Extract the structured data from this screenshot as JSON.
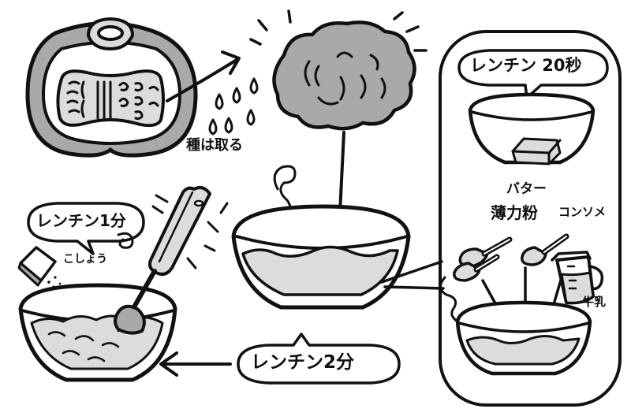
{
  "labels": {
    "remove_seeds": "種は取る",
    "microwave_20s": "レンチン 20秒",
    "butter": "バター",
    "flour": "薄力粉",
    "consomme": "コンソメ",
    "milk": "牛乳",
    "microwave_1min": "レンチン1分",
    "pepper": "こしょう",
    "microwave_2min": "レンチン2分"
  },
  "colors": {
    "ink": "#111111",
    "light_gray": "#dcdcdc",
    "mid_gray": "#a9a9a9",
    "paper": "#ffffff"
  },
  "icons": [
    "pumpkin-icon",
    "mashed-pumpkin-icon",
    "bowl-icon",
    "butter-icon",
    "measuring-spoon-icon",
    "measuring-cup-icon",
    "hand-blender-icon",
    "pepper-shaker-icon",
    "arrow-icon"
  ]
}
